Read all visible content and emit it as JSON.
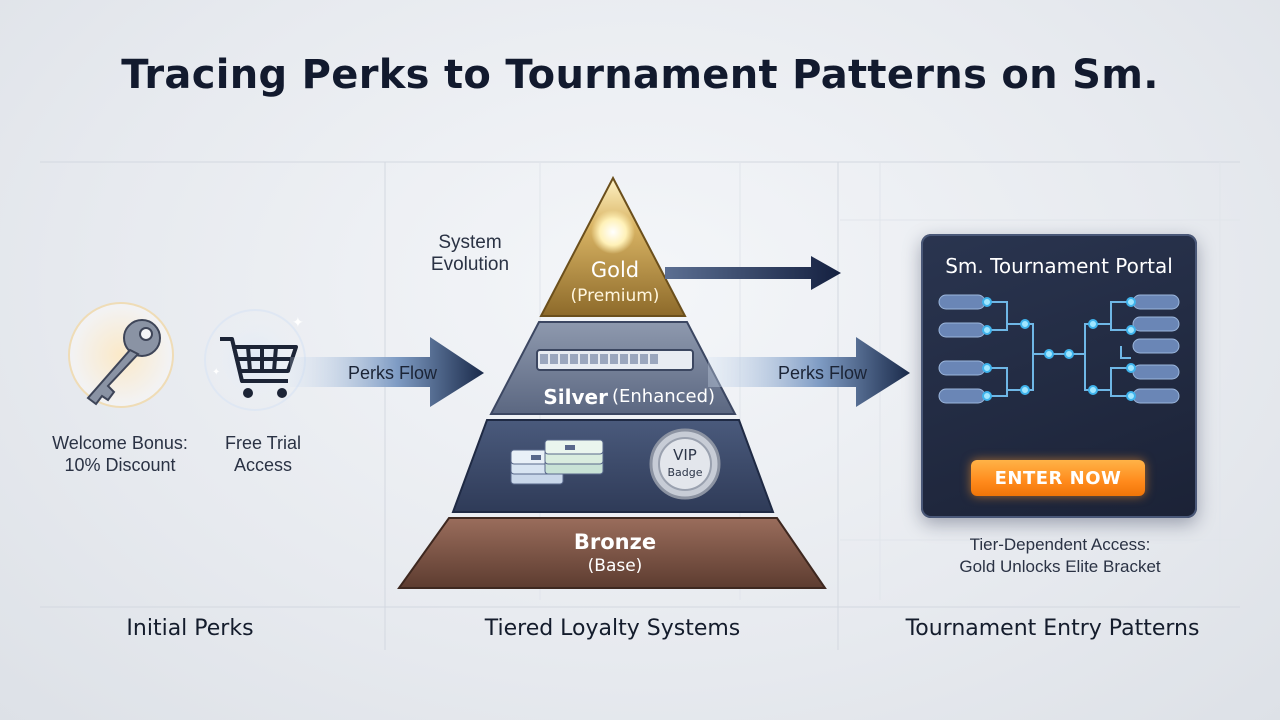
{
  "title": "Tracing Perks to Tournament Patterns on Sm.",
  "columns": {
    "initial": "Initial Perks",
    "tiered": "Tiered Loyalty Systems",
    "tournament": "Tournament Entry Patterns"
  },
  "initial_perks": {
    "welcome": "Welcome Bonus:\n10% Discount",
    "trial": "Free Trial\nAccess"
  },
  "flows": {
    "left": "Perks Flow",
    "right": "Perks Flow"
  },
  "system_evolution": "System\nEvolution",
  "pyramid": {
    "gold": {
      "name": "Gold",
      "sub": "(Premium)"
    },
    "silver": {
      "name": "Silver",
      "sub": "(Enhanced)"
    },
    "vip": {
      "line1": "VIP",
      "line2": "Badge"
    },
    "bronze": {
      "name": "Bronze",
      "sub": "(Base)"
    }
  },
  "portal": {
    "title": "Sm. Tournament Portal",
    "enter_label": "ENTER NOW"
  },
  "access_note": "Tier-Dependent Access:\nGold Unlocks Elite Bracket",
  "colors": {
    "gold": "#b8892f",
    "silver": "#6e7a92",
    "blue_tier": "#3e4d6c",
    "bronze": "#7b5548",
    "accent_orange": "#ff8a1c",
    "navy": "#16203a"
  },
  "icons": [
    "key-icon",
    "shopping-cart-icon",
    "stacked-cards-icon",
    "vip-badge-icon",
    "bracket-icon",
    "arrow-right-icon"
  ]
}
